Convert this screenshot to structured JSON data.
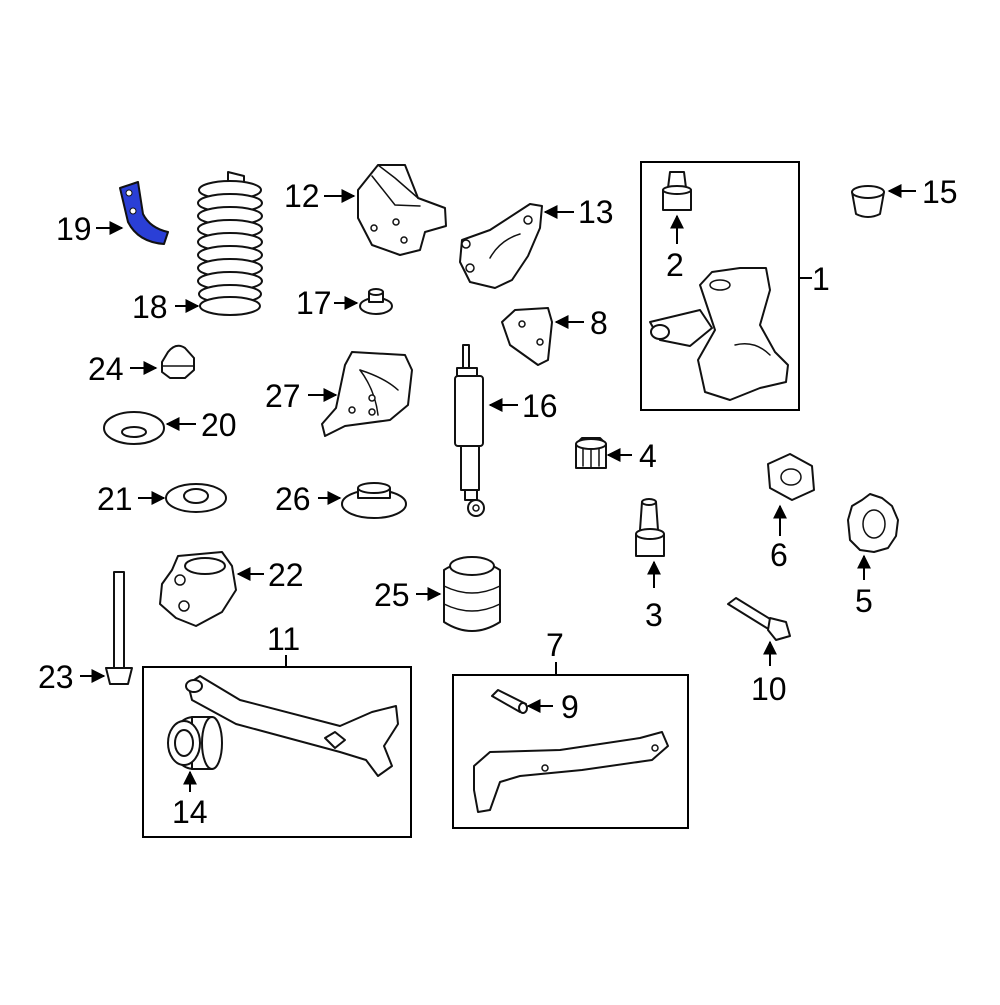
{
  "highlight_color": "#2a3fd6",
  "callouts": [
    {
      "id": "c1",
      "label": "1"
    },
    {
      "id": "c2",
      "label": "2"
    },
    {
      "id": "c3",
      "label": "3"
    },
    {
      "id": "c4",
      "label": "4"
    },
    {
      "id": "c5",
      "label": "5"
    },
    {
      "id": "c6",
      "label": "6"
    },
    {
      "id": "c7",
      "label": "7"
    },
    {
      "id": "c8",
      "label": "8"
    },
    {
      "id": "c9",
      "label": "9"
    },
    {
      "id": "c10",
      "label": "10"
    },
    {
      "id": "c11",
      "label": "11"
    },
    {
      "id": "c12",
      "label": "12"
    },
    {
      "id": "c13",
      "label": "13"
    },
    {
      "id": "c14",
      "label": "14"
    },
    {
      "id": "c15",
      "label": "15"
    },
    {
      "id": "c16",
      "label": "16"
    },
    {
      "id": "c17",
      "label": "17"
    },
    {
      "id": "c18",
      "label": "18"
    },
    {
      "id": "c19",
      "label": "19",
      "highlighted": true
    },
    {
      "id": "c20",
      "label": "20"
    },
    {
      "id": "c21",
      "label": "21"
    },
    {
      "id": "c22",
      "label": "22"
    },
    {
      "id": "c23",
      "label": "23"
    },
    {
      "id": "c24",
      "label": "24"
    },
    {
      "id": "c25",
      "label": "25"
    },
    {
      "id": "c26",
      "label": "26"
    },
    {
      "id": "c27",
      "label": "27"
    }
  ]
}
